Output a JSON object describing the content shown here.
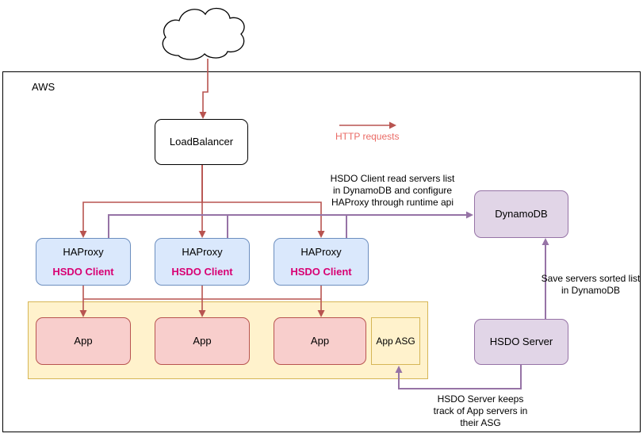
{
  "aws": {
    "label": "AWS"
  },
  "legend": {
    "label": "HTTP requests"
  },
  "nodes": {
    "loadbalancer": {
      "label": "LoadBalancer"
    },
    "haproxy": [
      {
        "title": "HAProxy",
        "subtitle": "HSDO Client"
      },
      {
        "title": "HAProxy",
        "subtitle": "HSDO Client"
      },
      {
        "title": "HAProxy",
        "subtitle": "HSDO Client"
      }
    ],
    "apps": [
      {
        "label": "App"
      },
      {
        "label": "App"
      },
      {
        "label": "App"
      }
    ],
    "app_asg": {
      "label": "App ASG"
    },
    "dynamodb": {
      "label": "DynamoDB"
    },
    "hsdo_server": {
      "label": "HSDO Server"
    }
  },
  "annotations": {
    "client_reads": "HSDO Client read servers list\nin DynamoDB and configure\nHAProxy through runtime api",
    "save_list": "Save servers sorted list\nin DynamoDB",
    "server_keeps": "HSDO Server keeps\ntrack of App servers in\ntheir ASG"
  },
  "colors": {
    "red_line": "#b85450",
    "pink_fill": "#f8cecc",
    "blue_fill": "#dae8fc",
    "blue_border": "#6c8ebf",
    "purple_fill": "#e1d5e7",
    "purple_border": "#9673a6",
    "yellow_fill": "#fff2cc",
    "yellow_border": "#d6b656",
    "hsdo_client_text": "#d80073",
    "http_requests_text": "#ea6b66"
  }
}
